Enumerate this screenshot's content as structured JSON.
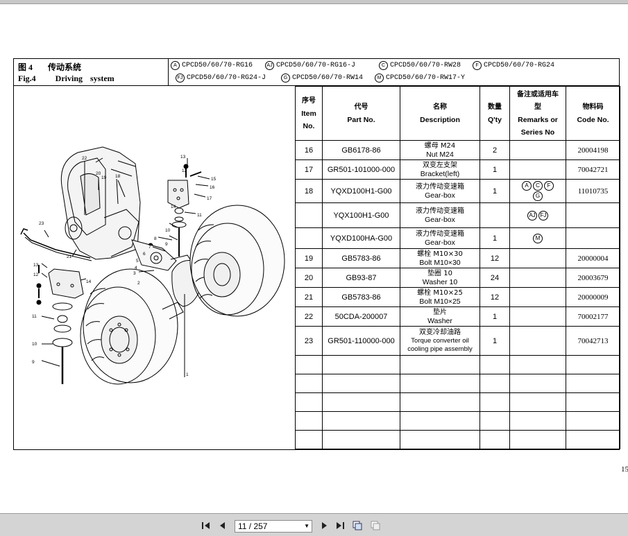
{
  "figure": {
    "label_cn": "图 4",
    "title_cn": "传动系统",
    "label_en": "Fig.4",
    "title_en": "Driving  system"
  },
  "models": [
    {
      "mark": "A",
      "name": "CPCD50/60/70-RG16"
    },
    {
      "mark": "AJ",
      "name": "CPCD50/60/70-RG16-J"
    },
    {
      "mark": "C",
      "name": "CPCD50/60/70-RW28"
    },
    {
      "mark": "F",
      "name": "CPCD50/60/70-RG24"
    },
    {
      "mark": "FJ",
      "name": "CPCD50/60/70-RG24-J"
    },
    {
      "mark": "G",
      "name": "CPCD50/60/70-RW14"
    },
    {
      "mark": "M",
      "name": "CPCD50/60/70-RW17-Y"
    }
  ],
  "table": {
    "headers": {
      "no_cn": "序号",
      "no_en1": "Item",
      "no_en2": "No.",
      "part_cn": "代号",
      "part_en": "Part No.",
      "desc_cn": "名称",
      "desc_en": "Description",
      "qty_cn": "数量",
      "qty_en": "Q'ty",
      "rem_cn1": "备注或适用车",
      "rem_cn2": "型",
      "rem_en1": "Remarks or",
      "rem_en2": "Series No",
      "code_cn": "物料码",
      "code_en": "Code No."
    },
    "rows": [
      {
        "no": "16",
        "part": "GB6178-86",
        "desc_cn": "螺母 M24",
        "desc_en": "Nut M24",
        "qty": "2",
        "marks": [],
        "code": "20004198"
      },
      {
        "no": "17",
        "part": "GR501-101000-000",
        "desc_cn": "双变左支架",
        "desc_en": "Bracket(left)",
        "qty": "1",
        "marks": [],
        "code": "70042721"
      },
      {
        "no": "18",
        "part": "YQXD100H1-G00",
        "desc_cn": "液力传动变速箱",
        "desc_en": "Gear-box",
        "qty": "1",
        "marks": [
          "A",
          "C",
          "F",
          "G"
        ],
        "code": "11010735"
      },
      {
        "no": "",
        "part": "YQX100H1-G00",
        "desc_cn": "液力传动变速箱",
        "desc_en": "Gear-box",
        "qty": "",
        "marks": [
          "AJ",
          "FJ"
        ],
        "code": ""
      },
      {
        "no": "",
        "part": "YQXD100HA-G00",
        "desc_cn": "液力传动变速箱",
        "desc_en": "Gear-box",
        "qty": "1",
        "marks": [
          "M"
        ],
        "code": ""
      },
      {
        "no": "19",
        "part": "GB5783-86",
        "desc_cn": "螺栓 M10×30",
        "desc_en": "Bolt M10×30",
        "qty": "12",
        "marks": [],
        "code": "20000004"
      },
      {
        "no": "20",
        "part": "GB93-87",
        "desc_cn": "垫圈  10",
        "desc_en": "Washer 10",
        "qty": "24",
        "marks": [],
        "code": "20003679"
      },
      {
        "no": "21",
        "part": "GB5783-86",
        "desc_cn": "螺栓 M10×25",
        "desc_en": "Bolt M10×25",
        "qty": "12",
        "marks": [],
        "code": "20000009"
      },
      {
        "no": "22",
        "part": "50CDA-200007",
        "desc_cn": "垫片",
        "desc_en": "Washer",
        "qty": "1",
        "marks": [],
        "code": "70002177"
      },
      {
        "no": "23",
        "part": "GR501-110000-000",
        "desc_cn": "双变冷却油路",
        "desc_en": "Torque converter oil cooling pipe assembly",
        "qty": "1",
        "marks": [],
        "code": "70042713"
      }
    ],
    "empty_rows": 5
  },
  "diagram_labels": [
    "22",
    "20",
    "19",
    "18",
    "13",
    "12",
    "15",
    "16",
    "17",
    "14",
    "11",
    "10",
    "9",
    "8",
    "7",
    "6",
    "5",
    "4",
    "3",
    "2",
    "1",
    "23",
    "21",
    "13",
    "12",
    "14",
    "11",
    "10",
    "9"
  ],
  "page_number": "15",
  "toolbar": {
    "page_value": "11 / 257",
    "buttons": [
      "first-page-icon",
      "prev-page-icon",
      "next-page-icon",
      "last-page-icon",
      "fit-page-icon",
      "fit-width-icon"
    ]
  }
}
